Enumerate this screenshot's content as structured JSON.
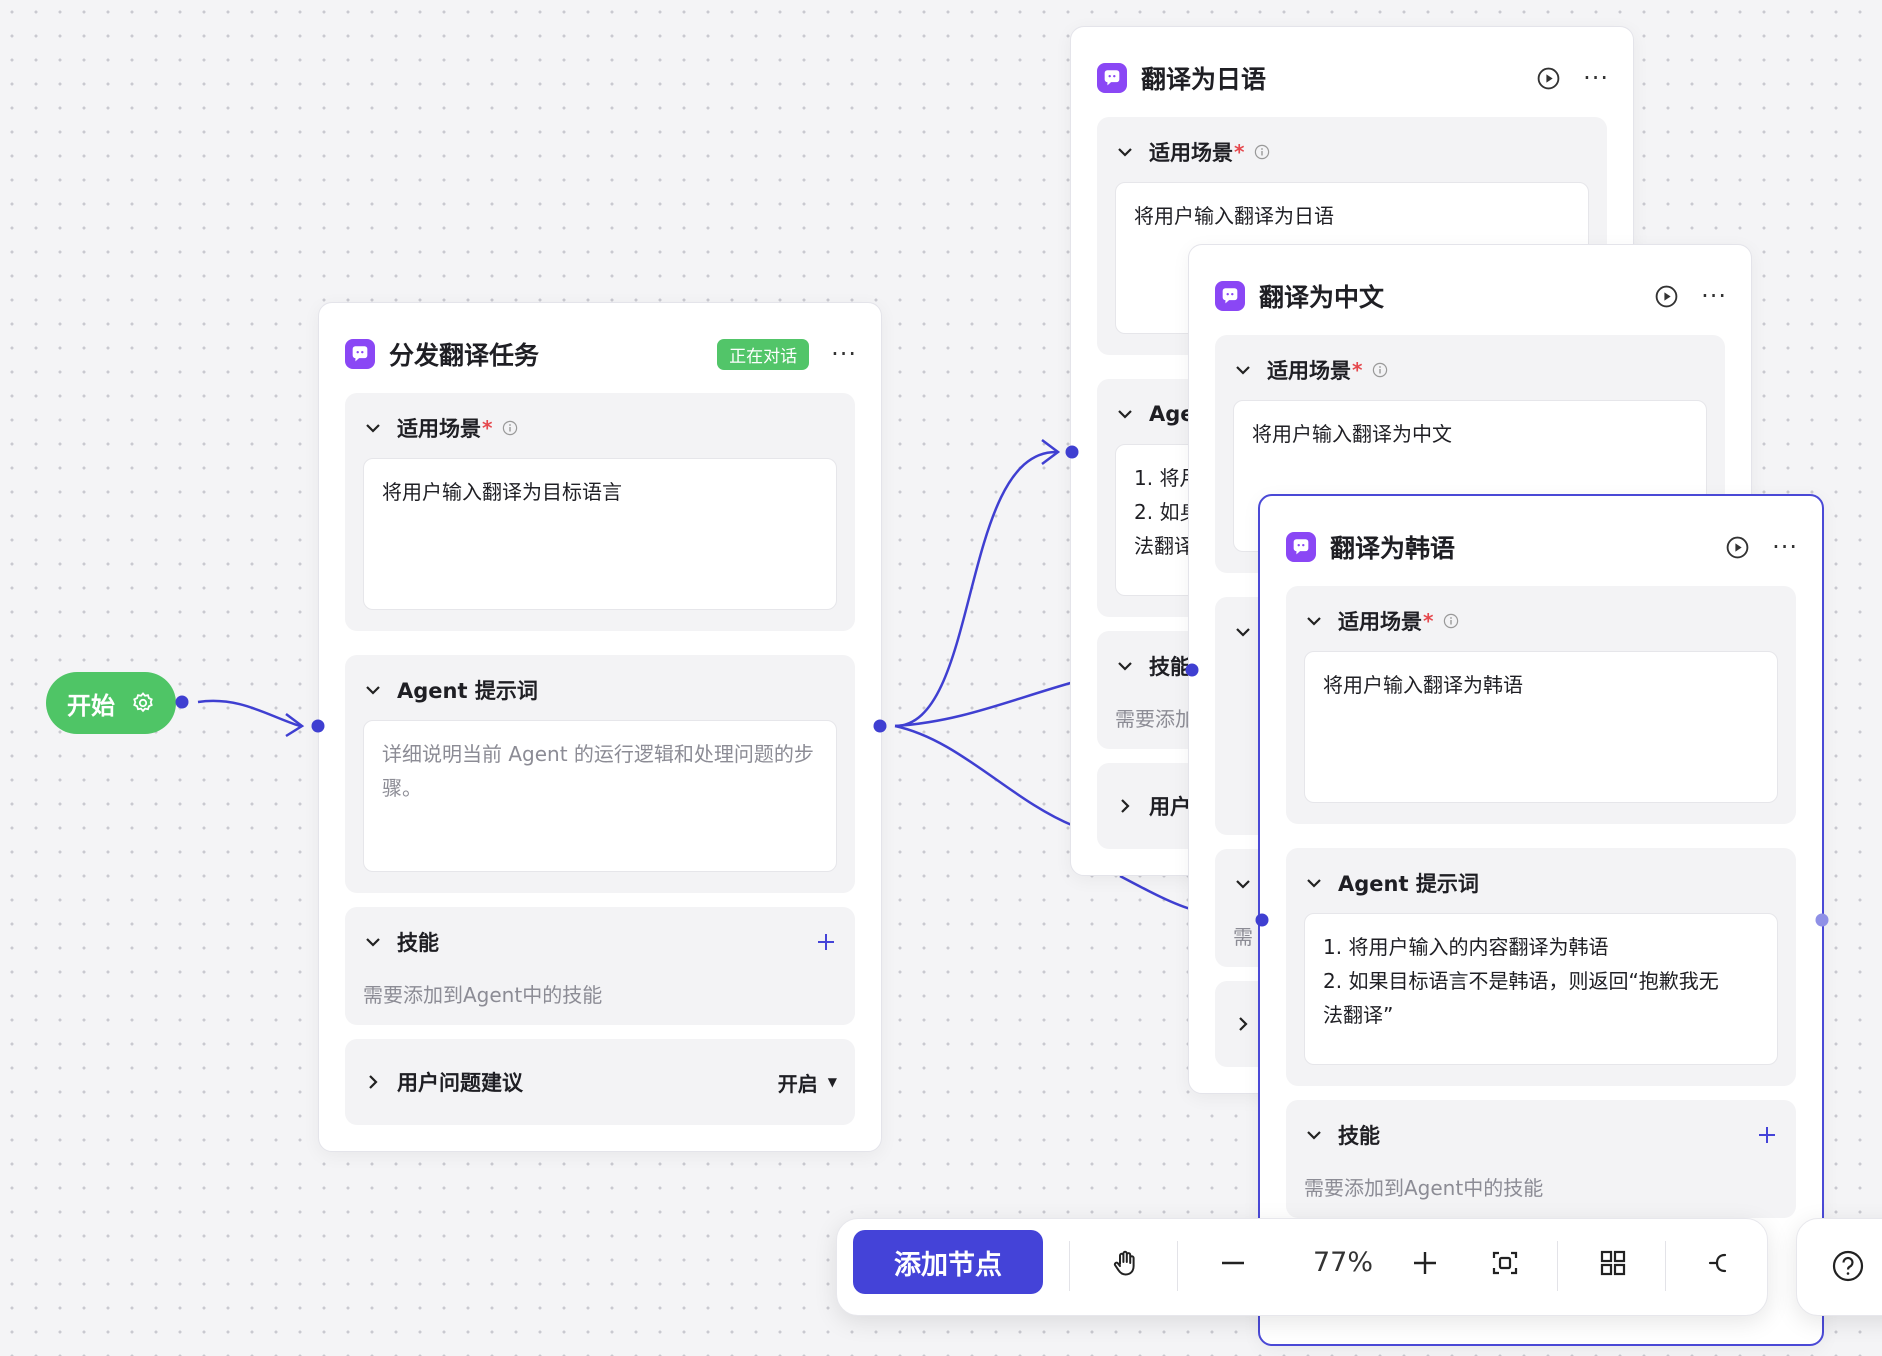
{
  "start_node": {
    "label": "开始"
  },
  "nodes": {
    "dispatch": {
      "title": "分发翻译任务",
      "badge": "正在对话",
      "scene_label": "适用场景",
      "scene_text": "将用户输入翻译为目标语言",
      "prompt_label": "Agent 提示词",
      "prompt_placeholder": "详细说明当前 Agent 的运行逻辑和处理问题的步骤。",
      "skills_label": "技能",
      "skills_hint": "需要添加到Agent中的技能",
      "suggest_label": "用户问题建议",
      "suggest_value": "开启"
    },
    "japanese": {
      "title": "翻译为日语",
      "scene_label": "适用场景",
      "scene_text": "将用户输入翻译为日语",
      "prompt_label": "Age",
      "prompt_lines": [
        "1. 将月",
        "2. 如身",
        "法翻译"
      ],
      "skills_label": "技能",
      "skills_hint": "需要添加",
      "suggest_label": "用户"
    },
    "chinese": {
      "title": "翻译为中文",
      "scene_label": "适用场景",
      "scene_text": "将用户输入翻译为中文",
      "hint_fragment": "需"
    },
    "korean": {
      "title": "翻译为韩语",
      "scene_label": "适用场景",
      "scene_text": "将用户输入翻译为韩语",
      "prompt_label": "Agent 提示词",
      "prompt_lines": [
        "1. 将用户输入的内容翻译为韩语",
        "2. 如果目标语言不是韩语，则返回“抱歉我无",
        "法翻译”"
      ],
      "skills_label": "技能",
      "skills_hint": "需要添加到Agent中的技能"
    }
  },
  "toolbar": {
    "add_node_label": "添加节点",
    "zoom": "77%",
    "tools": [
      "hand-icon",
      "zoom-out-icon",
      "zoom-in-icon",
      "fit-view-icon",
      "grid-layout-icon",
      "collapse-icon",
      "help-icon"
    ]
  },
  "colors": {
    "accent": "#4443d8",
    "start_green": "#4fc566",
    "badge_green": "#52c569",
    "agent_icon": "#8a47f5",
    "required_red": "#e5484d"
  }
}
